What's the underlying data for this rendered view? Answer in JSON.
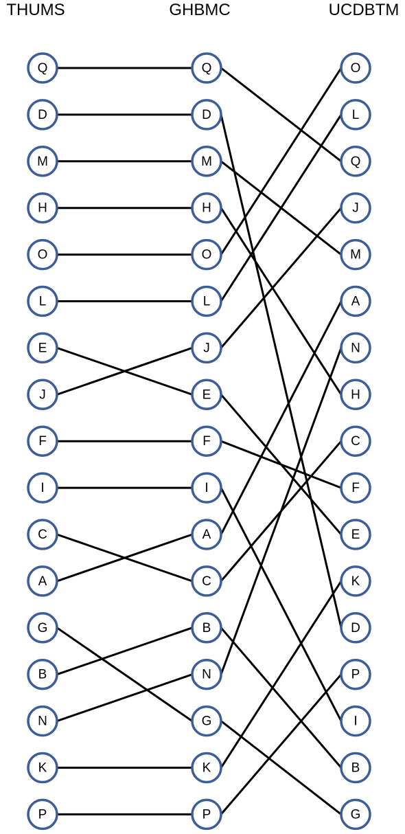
{
  "columns": [
    {
      "id": "thums",
      "title": "THUMS",
      "nodes": [
        "Q",
        "D",
        "M",
        "H",
        "O",
        "L",
        "E",
        "J",
        "F",
        "I",
        "C",
        "A",
        "G",
        "B",
        "N",
        "K",
        "P"
      ]
    },
    {
      "id": "ghbmc",
      "title": "GHBMC",
      "nodes": [
        "Q",
        "D",
        "M",
        "H",
        "O",
        "L",
        "J",
        "E",
        "F",
        "I",
        "A",
        "C",
        "B",
        "N",
        "G",
        "K",
        "P"
      ]
    },
    {
      "id": "ucdbtm",
      "title": "UCDBTM",
      "nodes": [
        "O",
        "L",
        "Q",
        "J",
        "M",
        "A",
        "N",
        "H",
        "C",
        "F",
        "E",
        "K",
        "D",
        "P",
        "I",
        "B",
        "G"
      ]
    }
  ],
  "colors": {
    "node_stroke": "#3d5e96",
    "line": "#000000",
    "text": "#000000"
  }
}
